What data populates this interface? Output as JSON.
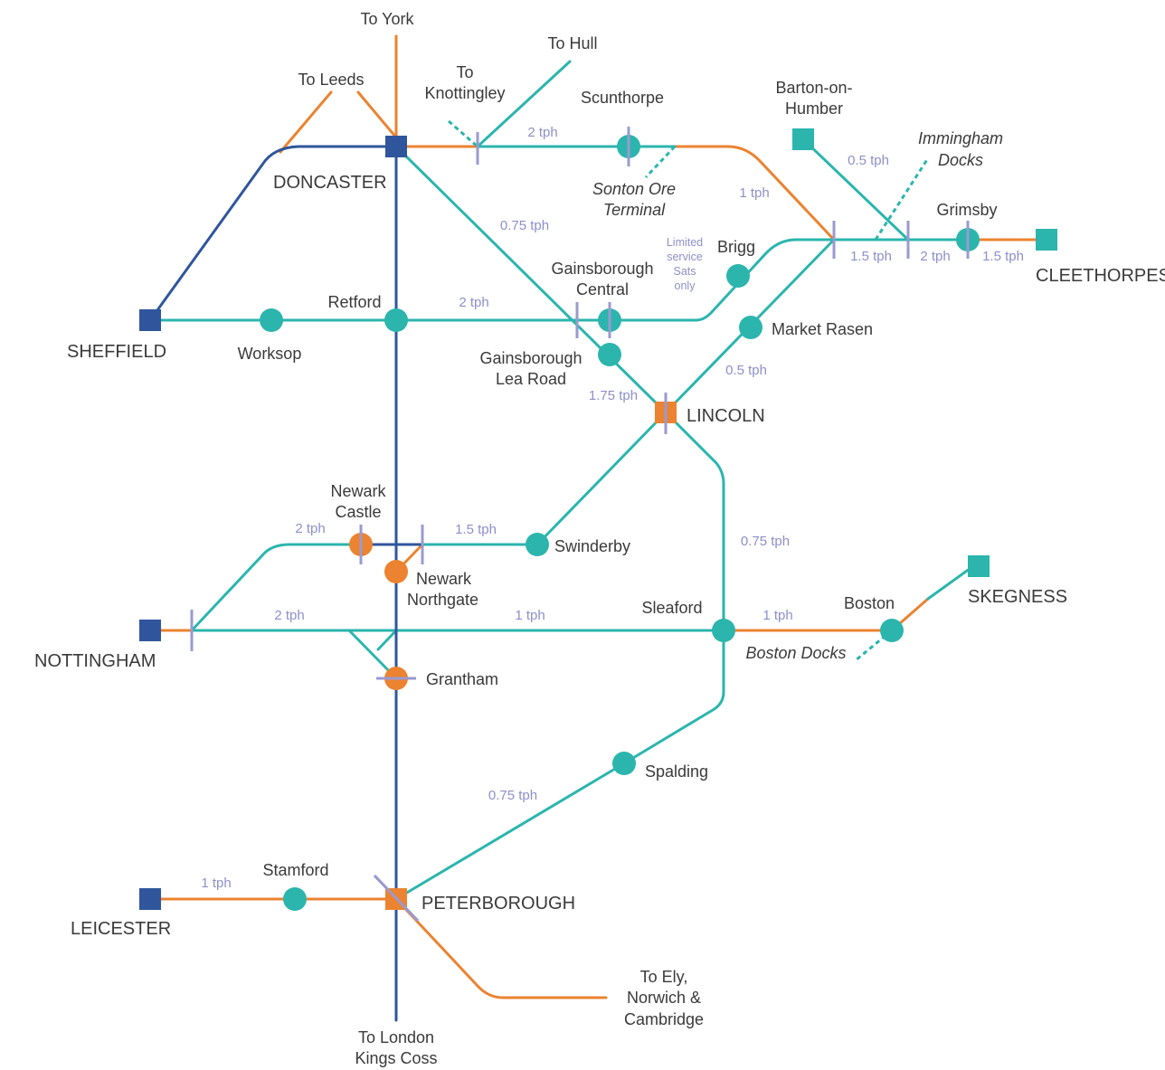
{
  "colors": {
    "teal": "#2bb5ad",
    "orange": "#eb8330",
    "blue": "#2f569c",
    "frequency_label": "#8d8fc9"
  },
  "major_stations": {
    "doncaster": "DONCASTER",
    "sheffield": "SHEFFIELD",
    "lincoln": "LINCOLN",
    "cleethorpes": "CLEETHORPES",
    "nottingham": "NOTTINGHAM",
    "skegness": "SKEGNESS",
    "leicester": "LEICESTER",
    "peterborough": "PETERBOROUGH"
  },
  "stations": {
    "worksop": "Worksop",
    "retford": "Retford",
    "scunthorpe": "Scunthorpe",
    "barton_line1": "Barton-on-",
    "barton_line2": "Humber",
    "grimsby": "Grimsby",
    "brigg": "Brigg",
    "gains_central_line1": "Gainsborough",
    "gains_central_line2": "Central",
    "gains_lea_line1": "Gainsborough",
    "gains_lea_line2": "Lea Road",
    "market_rasen": "Market Rasen",
    "newark_castle_line1": "Newark",
    "newark_castle_line2": "Castle",
    "newark_northgate_line1": "Newark",
    "newark_northgate_line2": "Northgate",
    "swinderby": "Swinderby",
    "sleaford": "Sleaford",
    "boston": "Boston",
    "grantham": "Grantham",
    "spalding": "Spalding",
    "stamford": "Stamford"
  },
  "destinations": {
    "york": "To York",
    "hull": "To Hull",
    "leeds": "To Leeds",
    "knottingley_line1": "To",
    "knottingley_line2": "Knottingley",
    "ely_line1": "To Ely,",
    "ely_line2": "Norwich &",
    "ely_line3": "Cambridge",
    "london_line1": "To London",
    "london_line2": "Kings Coss"
  },
  "freight": {
    "sonton_line1": "Sonton Ore",
    "sonton_line2": "Terminal",
    "immingham_line1": "Immingham",
    "immingham_line2": "Docks",
    "boston_docks": "Boston Docks"
  },
  "limited_service": [
    "Limited",
    "service",
    "Sats",
    "only"
  ],
  "frequencies": {
    "doncaster_scunthorpe": "2 tph",
    "doncaster_lincoln": "0.75 tph",
    "scunthorpe_barnetby": "1 tph",
    "barton_barnetby": "0.5 tph",
    "barnetby_habrough": "1.5 tph",
    "habrough_grimsby": "2 tph",
    "grimsby_cleethorpes": "1.5 tph",
    "retford_gainsborough": "2 tph",
    "market_rasen_lincoln": "0.5 tph",
    "gainsborough_lincoln": "1.75 tph",
    "nottingham_newark": "2 tph",
    "newark_swinderby": "1.5 tph",
    "nottingham_grantham": "2 tph",
    "grantham_sleaford": "1 tph",
    "lincoln_sleaford": "0.75 tph",
    "sleaford_boston": "1 tph",
    "spalding_peterborough": "0.75 tph",
    "leicester_stamford": "1 tph"
  }
}
